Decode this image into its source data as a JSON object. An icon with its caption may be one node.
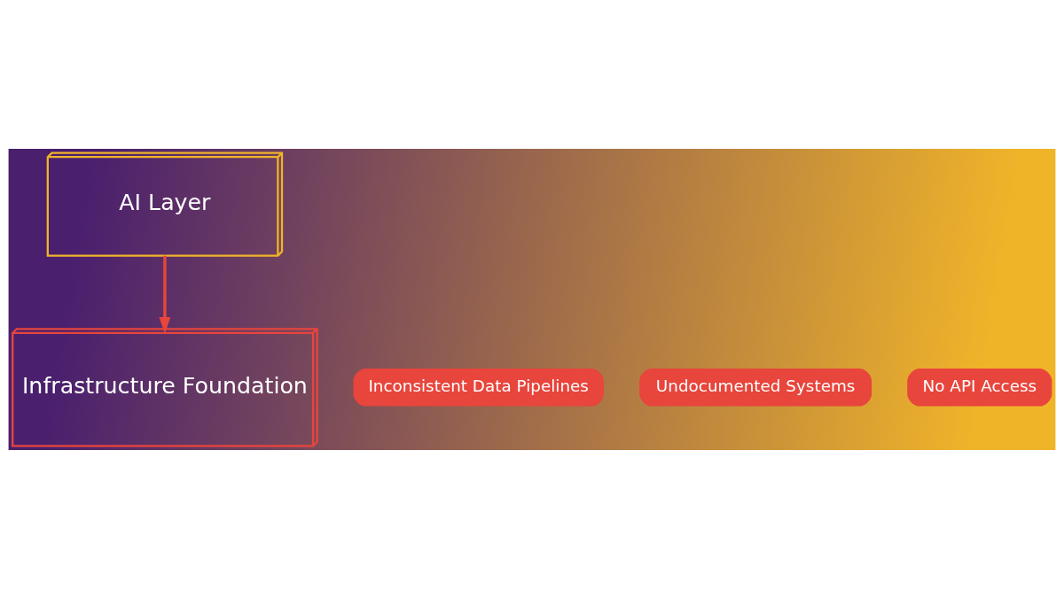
{
  "diagram": {
    "nodes": [
      {
        "text": [
          "AI Layer"
        ]
      },
      {
        "text": [
          "Infrastructure Foundation"
        ]
      },
      {
        "text": [
          "Inconsistent Data Pipelines"
        ]
      },
      {
        "text": [
          "Undocumented Systems"
        ]
      },
      {
        "text": [
          "No API Access"
        ]
      }
    ],
    "edges": [
      {
        "from": 0,
        "to": 1,
        "arrow": "to",
        "color": "#e8453c"
      }
    ]
  }
}
